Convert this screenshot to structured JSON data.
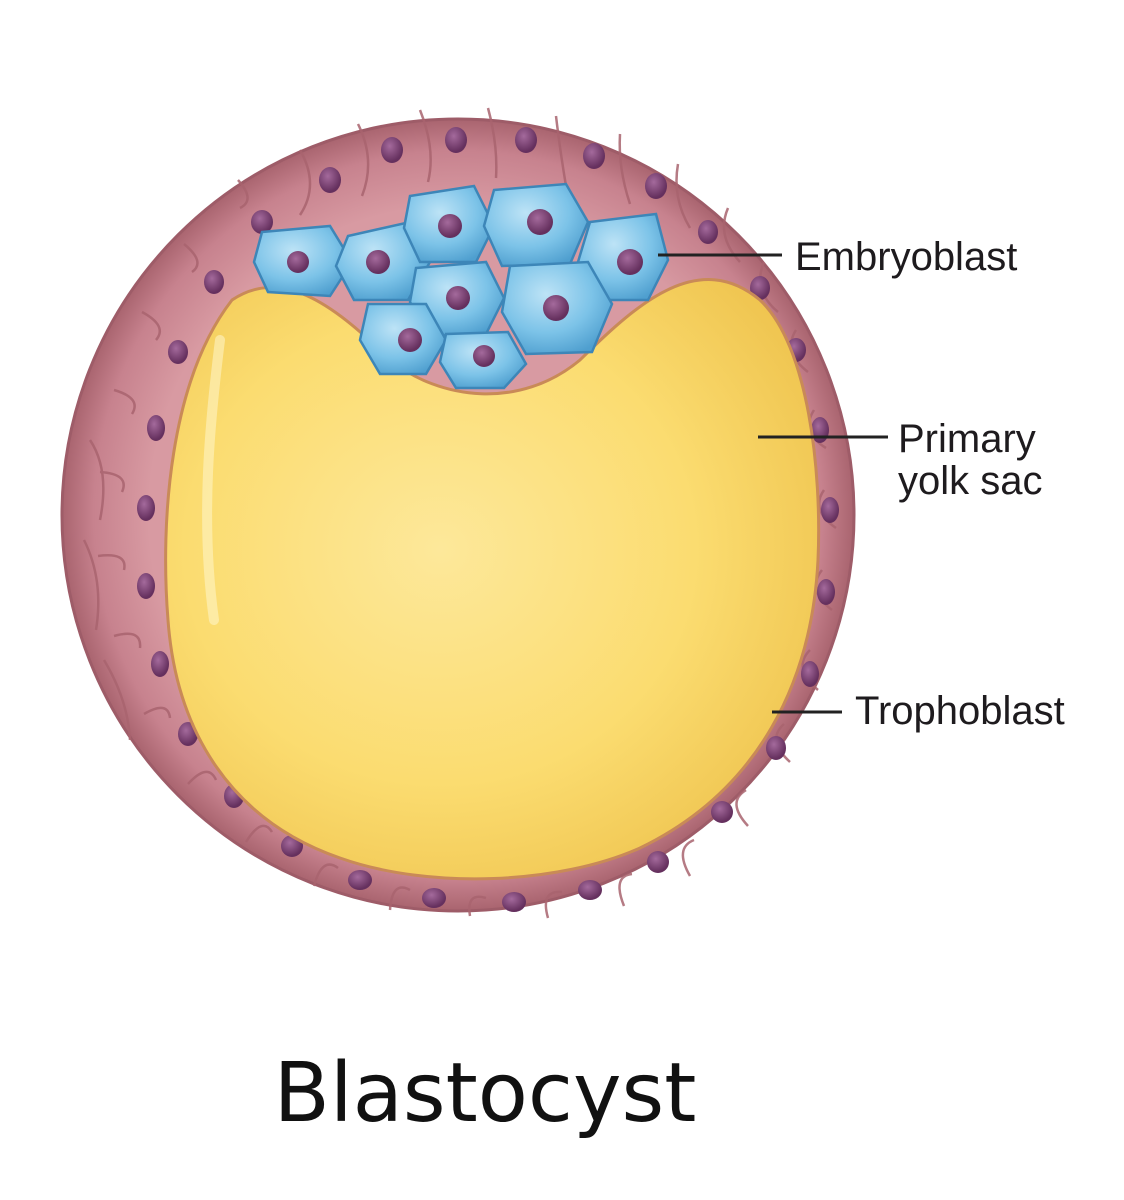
{
  "labels": {
    "embryoblast": "Embryoblast",
    "yolk_sac_line1": "Primary",
    "yolk_sac_line2": "yolk sac",
    "trophoblast": "Trophoblast"
  },
  "caption": "Blastocyst",
  "colors": {
    "trophoblast_cell": "#c98792",
    "trophoblast_outline": "#a8606c",
    "nucleus": "#7a3d72",
    "embryoblast_cell": "#6fb8e0",
    "yolk_sac": "#fbdd72",
    "leader_line": "#222222"
  }
}
